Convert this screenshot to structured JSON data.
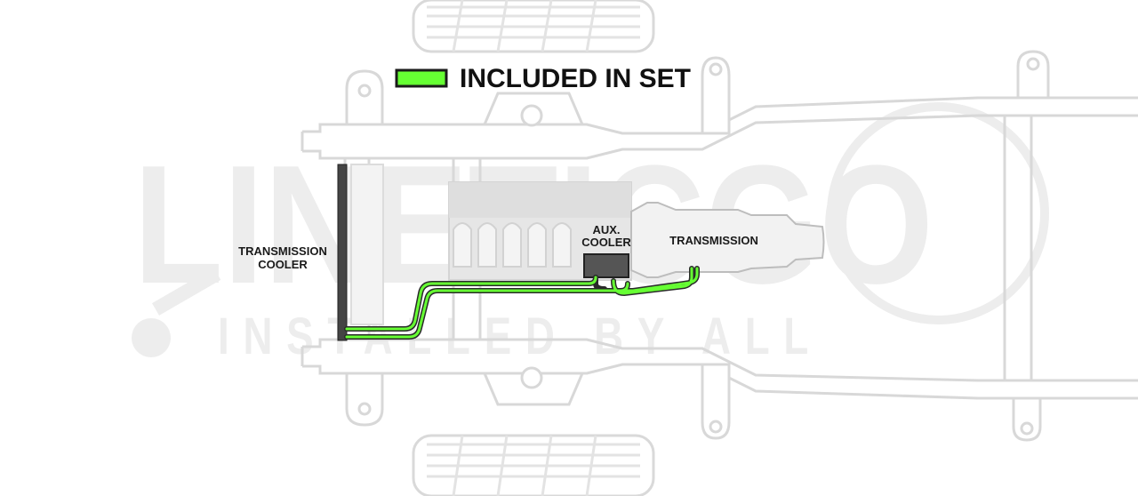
{
  "legend": {
    "label": "INCLUDED IN SET",
    "swatch_color": "#66ff33"
  },
  "components": {
    "transmission_cooler": [
      "TRANSMISSION",
      "COOLER"
    ],
    "aux_cooler": [
      "AUX.",
      "COOLER"
    ],
    "transmission": "TRANSMISSION"
  },
  "watermark": {
    "brand": "LINETICGO",
    "tagline": "INSTALLED BY ALL"
  },
  "colors": {
    "line_green": "#66ff33",
    "line_outline": "#2a2a2a",
    "frame_outline": "#d8d8d8",
    "engine_fill": "#e6e6e6",
    "aux_cooler_fill": "#555555",
    "cooler_bar": "#444444"
  }
}
